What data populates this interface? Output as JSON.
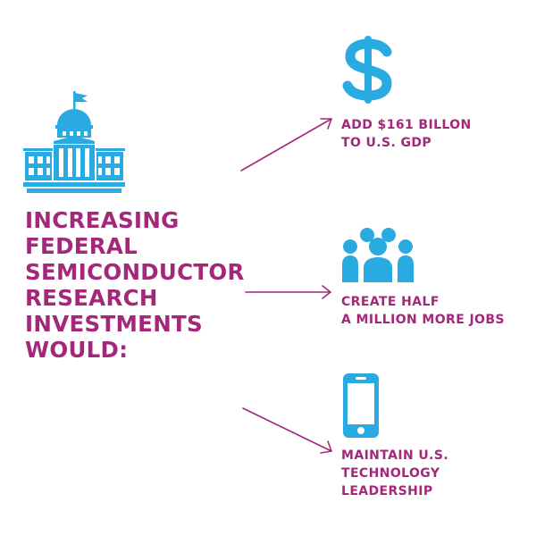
{
  "colors": {
    "accent": "#a3287a",
    "icon": "#29abe2",
    "background": "#ffffff"
  },
  "headline": {
    "lines": [
      "INCREASING",
      "FEDERAL",
      "SEMICONDUCTOR",
      "RESEARCH",
      "INVESTMENTS",
      "WOULD:"
    ]
  },
  "outcomes": [
    {
      "icon": "dollar-icon",
      "lines": [
        "ADD $161 BILLON",
        "TO U.S. GDP"
      ]
    },
    {
      "icon": "people-group-icon",
      "lines": [
        "CREATE HALF",
        "A MILLION MORE JOBS"
      ]
    },
    {
      "icon": "smartphone-icon",
      "lines": [
        "MAINTAIN U.S.",
        "TECHNOLOGY",
        "LEADERSHIP"
      ]
    }
  ]
}
